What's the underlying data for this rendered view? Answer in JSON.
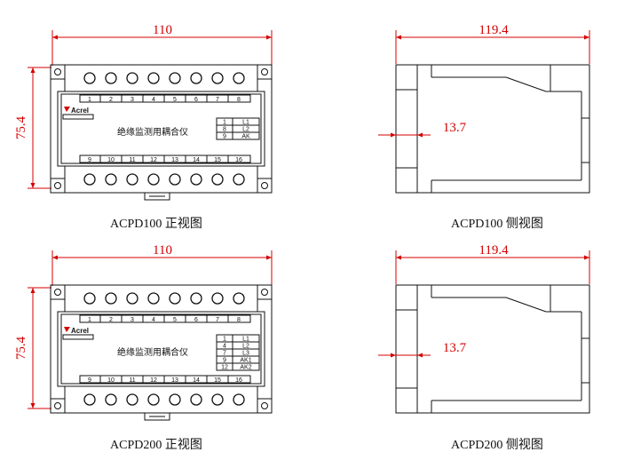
{
  "colors": {
    "dimension": "#d40000",
    "line": "#111111",
    "logo_accent": "#d40000"
  },
  "views": [
    {
      "id": "acpd100",
      "front": {
        "caption": "ACPD100 正视图",
        "width_label": "110",
        "height_label": "75.4",
        "brand": "Acrel",
        "title": "绝缘监测用耦合仪",
        "top_terminals": [
          "1",
          "2",
          "3",
          "4",
          "5",
          "6",
          "7",
          "8"
        ],
        "bottom_terminals": [
          "9",
          "10",
          "11",
          "12",
          "13",
          "14",
          "15",
          "16"
        ],
        "table": [
          [
            "1",
            "L1"
          ],
          [
            "8",
            "L2"
          ],
          [
            "9",
            "AK"
          ]
        ]
      },
      "side": {
        "caption": "ACPD100 侧视图",
        "width_label": "119.4",
        "depth_label": "13.7"
      }
    },
    {
      "id": "acpd200",
      "front": {
        "caption": "ACPD200 正视图",
        "width_label": "110",
        "height_label": "75.4",
        "brand": "Acrel",
        "title": "绝缘监测用耦合仪",
        "top_terminals": [
          "1",
          "2",
          "3",
          "4",
          "5",
          "6",
          "7",
          "8"
        ],
        "bottom_terminals": [
          "9",
          "10",
          "11",
          "12",
          "13",
          "14",
          "15",
          "16"
        ],
        "table": [
          [
            "1",
            "L1"
          ],
          [
            "4",
            "L2"
          ],
          [
            "7",
            "L3"
          ],
          [
            "9",
            "AK1"
          ],
          [
            "12",
            "AK2"
          ]
        ]
      },
      "side": {
        "caption": "ACPD200 侧视图",
        "width_label": "119.4",
        "depth_label": "13.7"
      }
    }
  ]
}
